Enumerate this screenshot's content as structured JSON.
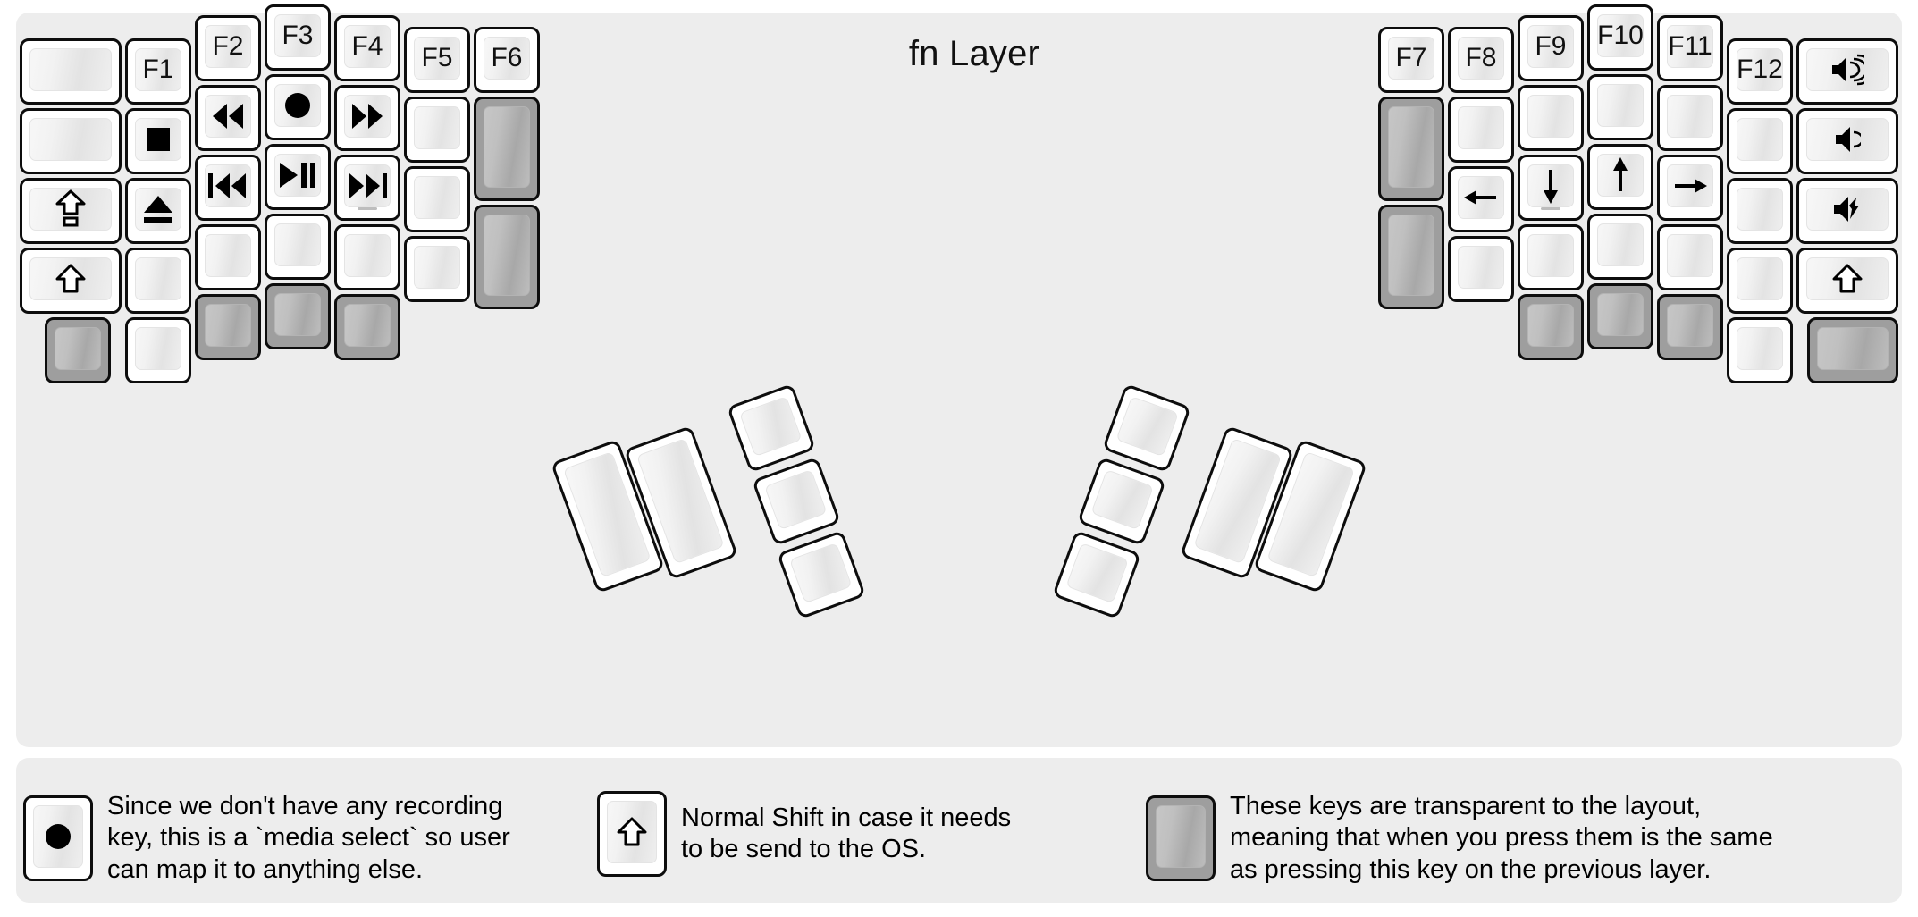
{
  "title": "fn Layer",
  "colors": {
    "panel_bg": "#ededed",
    "key_border": "#0d0d0d",
    "key_face": "#ffffff",
    "transparent_key": "#9e9e9e",
    "text": "#111111"
  },
  "legend": [
    {
      "key_icon": "record-icon",
      "text": "Since we don't have any recording\nkey, this is a `media select` so user\ncan map it to anything else."
    },
    {
      "key_icon": "shift-arrow-icon",
      "text": "Normal Shift in case it needs\nto be send to the OS."
    },
    {
      "key_icon": "transparent-key-icon",
      "text": "These keys are transparent to the layout,\nmeaning that when you press them is the same\nas pressing this key on the previous layer."
    }
  ],
  "left_half": {
    "columns": [
      {
        "name": "col-pinky-outer",
        "keys": [
          {
            "label": "",
            "icon": "",
            "type": "normal"
          },
          {
            "label": "",
            "icon": "",
            "type": "normal"
          },
          {
            "label": "",
            "icon": "caps-shift-icon",
            "type": "normal"
          },
          {
            "label": "",
            "icon": "shift-arrow-icon",
            "type": "normal"
          }
        ]
      },
      {
        "name": "col-pinky",
        "keys": [
          {
            "label": "F1",
            "icon": "",
            "type": "normal"
          },
          {
            "label": "",
            "icon": "stop-icon",
            "type": "normal"
          },
          {
            "label": "",
            "icon": "eject-icon",
            "type": "normal"
          },
          {
            "label": "",
            "icon": "",
            "type": "normal"
          }
        ]
      },
      {
        "name": "col-ring",
        "keys": [
          {
            "label": "F2",
            "icon": "",
            "type": "normal"
          },
          {
            "label": "",
            "icon": "rewind-icon",
            "type": "normal"
          },
          {
            "label": "",
            "icon": "prev-track-icon",
            "type": "normal"
          },
          {
            "label": "",
            "icon": "",
            "type": "normal"
          }
        ]
      },
      {
        "name": "col-middle",
        "keys": [
          {
            "label": "F3",
            "icon": "",
            "type": "normal"
          },
          {
            "label": "",
            "icon": "record-icon",
            "type": "normal"
          },
          {
            "label": "",
            "icon": "play-pause-icon",
            "type": "normal"
          },
          {
            "label": "",
            "icon": "",
            "type": "normal"
          }
        ]
      },
      {
        "name": "col-index",
        "keys": [
          {
            "label": "F4",
            "icon": "",
            "type": "normal"
          },
          {
            "label": "",
            "icon": "fast-forward-icon",
            "type": "normal"
          },
          {
            "label": "",
            "icon": "next-track-icon",
            "type": "normal",
            "home": true
          },
          {
            "label": "",
            "icon": "",
            "type": "normal"
          }
        ]
      },
      {
        "name": "col-inner",
        "keys": [
          {
            "label": "F5",
            "icon": "",
            "type": "normal"
          },
          {
            "label": "",
            "icon": "",
            "type": "normal"
          },
          {
            "label": "",
            "icon": "",
            "type": "normal"
          },
          {
            "label": "",
            "icon": "",
            "type": "normal"
          }
        ]
      },
      {
        "name": "col-innermost",
        "keys": [
          {
            "label": "F6",
            "icon": "",
            "type": "normal"
          },
          {
            "label": "",
            "icon": "",
            "type": "transparent"
          },
          {
            "label": "",
            "icon": "",
            "type": "transparent"
          }
        ]
      }
    ],
    "bottom_row": [
      {
        "name": "bottom-key-1",
        "type": "transparent"
      },
      {
        "name": "bottom-key-2",
        "type": "normal"
      },
      {
        "name": "bottom-key-3",
        "type": "transparent"
      },
      {
        "name": "bottom-key-4",
        "type": "transparent"
      },
      {
        "name": "bottom-key-5",
        "type": "transparent"
      }
    ],
    "thumb_cluster": [
      {
        "name": "thumb-big-1",
        "size": "2u",
        "type": "normal"
      },
      {
        "name": "thumb-big-2",
        "size": "2u",
        "type": "normal"
      },
      {
        "name": "thumb-small-1",
        "size": "1u",
        "type": "normal"
      },
      {
        "name": "thumb-small-2",
        "size": "1u",
        "type": "normal"
      },
      {
        "name": "thumb-small-3",
        "size": "1u",
        "type": "normal"
      }
    ]
  },
  "right_half": {
    "columns": [
      {
        "name": "col-inner-most",
        "keys": [
          {
            "label": "F7",
            "icon": "",
            "type": "normal"
          },
          {
            "label": "",
            "icon": "",
            "type": "transparent"
          },
          {
            "label": "",
            "icon": "",
            "type": "transparent"
          }
        ]
      },
      {
        "name": "col-inner",
        "keys": [
          {
            "label": "F8",
            "icon": "",
            "type": "normal"
          },
          {
            "label": "",
            "icon": "",
            "type": "normal"
          },
          {
            "label": "",
            "icon": "arrow-left-icon",
            "type": "normal"
          },
          {
            "label": "",
            "icon": "",
            "type": "normal"
          }
        ]
      },
      {
        "name": "col-index",
        "keys": [
          {
            "label": "F9",
            "icon": "",
            "type": "normal"
          },
          {
            "label": "",
            "icon": "",
            "type": "normal"
          },
          {
            "label": "",
            "icon": "arrow-down-icon",
            "type": "normal",
            "home": true
          },
          {
            "label": "",
            "icon": "",
            "type": "normal"
          }
        ]
      },
      {
        "name": "col-middle",
        "keys": [
          {
            "label": "F10",
            "icon": "",
            "type": "normal"
          },
          {
            "label": "",
            "icon": "",
            "type": "normal"
          },
          {
            "label": "",
            "icon": "arrow-up-icon",
            "type": "normal"
          },
          {
            "label": "",
            "icon": "",
            "type": "normal"
          }
        ]
      },
      {
        "name": "col-ring",
        "keys": [
          {
            "label": "F11",
            "icon": "",
            "type": "normal"
          },
          {
            "label": "",
            "icon": "",
            "type": "normal"
          },
          {
            "label": "",
            "icon": "arrow-right-icon",
            "type": "normal"
          },
          {
            "label": "",
            "icon": "",
            "type": "normal"
          }
        ]
      },
      {
        "name": "col-pinky",
        "keys": [
          {
            "label": "F12",
            "icon": "",
            "type": "normal"
          },
          {
            "label": "",
            "icon": "",
            "type": "normal"
          },
          {
            "label": "",
            "icon": "",
            "type": "normal"
          },
          {
            "label": "",
            "icon": "",
            "type": "normal"
          }
        ]
      },
      {
        "name": "col-pinky-outer",
        "keys": [
          {
            "label": "",
            "icon": "volume-up-icon",
            "type": "normal"
          },
          {
            "label": "",
            "icon": "volume-down-icon",
            "type": "normal"
          },
          {
            "label": "",
            "icon": "volume-mute-icon",
            "type": "normal"
          },
          {
            "label": "",
            "icon": "shift-arrow-icon",
            "type": "normal"
          }
        ]
      }
    ],
    "bottom_row": [
      {
        "name": "bottom-key-1",
        "type": "transparent"
      },
      {
        "name": "bottom-key-2",
        "type": "transparent"
      },
      {
        "name": "bottom-key-3",
        "type": "transparent"
      },
      {
        "name": "bottom-key-4",
        "type": "normal"
      },
      {
        "name": "bottom-key-5",
        "type": "transparent"
      }
    ],
    "thumb_cluster": [
      {
        "name": "thumb-big-1",
        "size": "2u",
        "type": "normal"
      },
      {
        "name": "thumb-big-2",
        "size": "2u",
        "type": "normal"
      },
      {
        "name": "thumb-small-1",
        "size": "1u",
        "type": "normal"
      },
      {
        "name": "thumb-small-2",
        "size": "1u",
        "type": "normal"
      },
      {
        "name": "thumb-small-3",
        "size": "1u",
        "type": "normal"
      }
    ]
  }
}
